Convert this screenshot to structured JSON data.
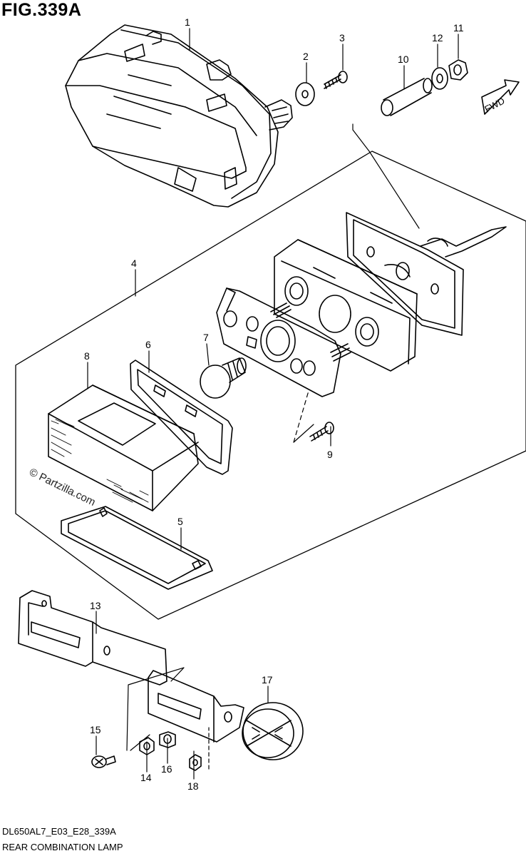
{
  "figure": {
    "title": "FIG.339A",
    "code": "DL650AL7_E03_E28_339A",
    "caption": "REAR COMBINATION LAMP",
    "watermark": "© Partzilla.com",
    "direction_label": "FWD"
  },
  "callouts": [
    "1",
    "2",
    "3",
    "4",
    "5",
    "6",
    "7",
    "8",
    "9",
    "10",
    "11",
    "12",
    "13",
    "14",
    "15",
    "16",
    "17",
    "18"
  ]
}
